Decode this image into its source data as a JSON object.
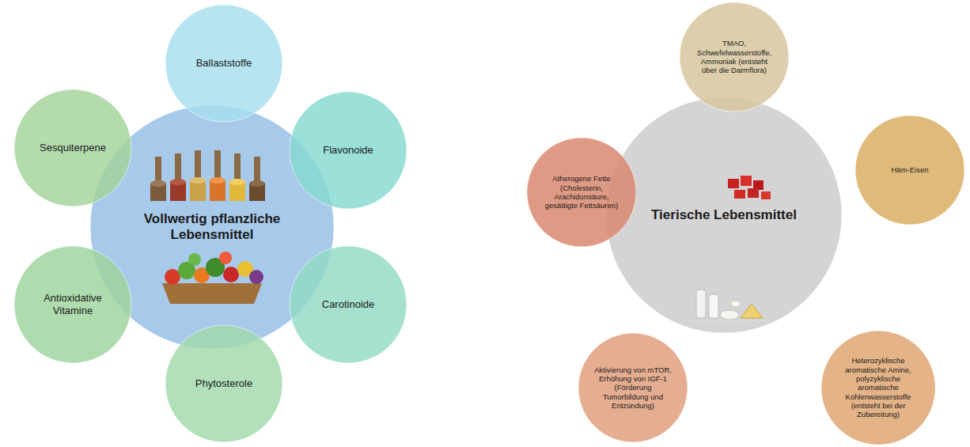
{
  "diagram": {
    "nodes": [
      {
        "text": [
          "Vollwertig pflanzliche Lebensmittel"
        ]
      },
      {
        "text": [
          "Ballaststoffe"
        ]
      },
      {
        "text": [
          "Flavonoide"
        ]
      },
      {
        "text": [
          "Carotinoide"
        ]
      },
      {
        "text": [
          "Phytosterole"
        ]
      },
      {
        "text": [
          "Antioxidative Vitamine"
        ]
      },
      {
        "text": [
          "Sesquiterpene"
        ]
      },
      {
        "text": [
          "Tierische Lebensmittel"
        ]
      },
      {
        "text": [
          "TMAO, Schwefelwasserstoffe, Ammoniak (entsteht über die Darmflora)"
        ]
      },
      {
        "text": [
          "Häm-Eisen"
        ]
      },
      {
        "text": [
          "Heterozyklische aromatische Amine, polyzyklische aromatische Kohlenwasserstoffe (entsteht bei der Zubereitung)"
        ]
      },
      {
        "text": [
          "Aktivierung von mTOR, Erhöhung von IGF-1 (Förderung Tumorbildung und Entzündung)"
        ]
      },
      {
        "text": [
          "Atherogene Fette (Cholesterin, Arachidonsäure, gesättigte Fettsäuren)"
        ]
      }
    ]
  }
}
